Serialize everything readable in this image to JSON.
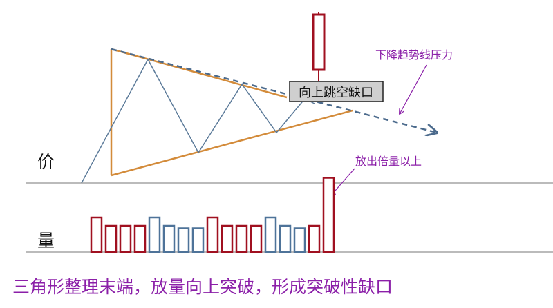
{
  "labels": {
    "price": "价",
    "volume": "量",
    "gap_up": "向上跳空缺口",
    "trend_pressure": "下降趋势线压力",
    "volume_double": "放出倍量以上",
    "caption": "三角形整理末端，放量向上突破，形成突破性缺口"
  },
  "colors": {
    "triangle": "#d38b3a",
    "downtrend": "#4b6a8c",
    "price_path": "#5b7a99",
    "candle": "#a01020",
    "annotation": "#8b1fa8",
    "bar_red": "#a01020",
    "bar_blue": "#4e7399",
    "baseline": "#777777"
  },
  "volume_bars": {
    "colors": [
      "red",
      "red",
      "red",
      "red",
      "blue",
      "blue",
      "blue",
      "blue",
      "red",
      "red",
      "red",
      "red",
      "blue",
      "blue",
      "blue",
      "red",
      "red"
    ],
    "heights": [
      1.0,
      0.76,
      0.76,
      0.76,
      1.0,
      0.76,
      0.69,
      0.69,
      1.0,
      0.76,
      0.76,
      0.76,
      1.0,
      0.76,
      0.69,
      0.76,
      2.15
    ]
  }
}
